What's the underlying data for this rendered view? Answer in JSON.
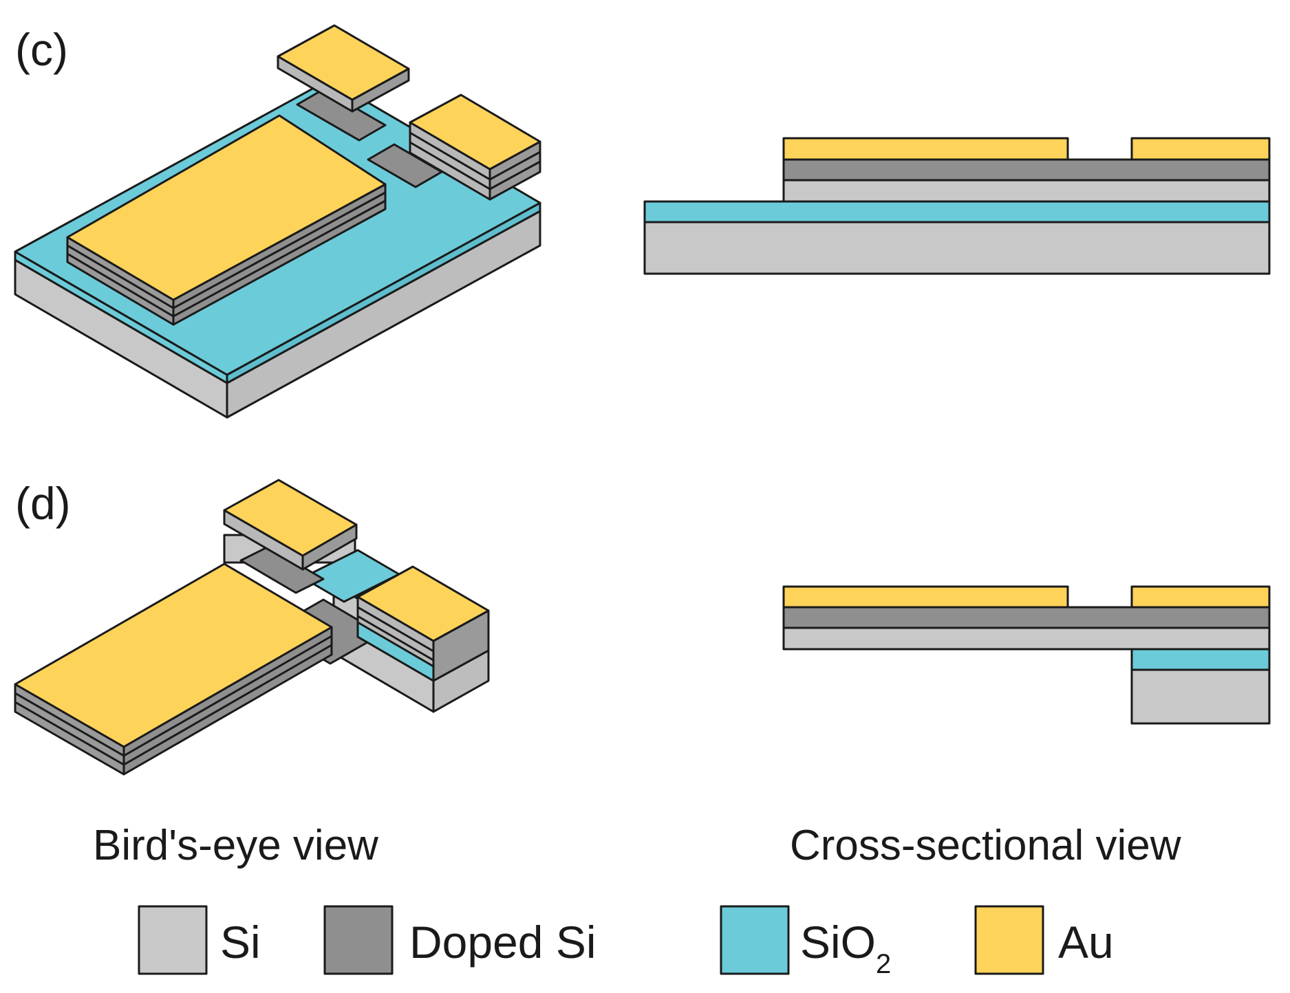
{
  "panels": [
    {
      "id": "c",
      "label": "(c)"
    },
    {
      "id": "d",
      "label": "(d)"
    }
  ],
  "captions": {
    "birds_eye": "Bird's-eye view",
    "cross_section": "Cross-sectional view"
  },
  "legend": [
    {
      "id": "si",
      "label": "Si",
      "color": "#c9c9c9"
    },
    {
      "id": "doped-si",
      "label": "Doped Si",
      "color": "#8f8f8f"
    },
    {
      "id": "sio2",
      "label": "SiO",
      "subscript": "2",
      "color": "#6ccbd9"
    },
    {
      "id": "au",
      "label": "Au",
      "color": "#fdd35a"
    }
  ]
}
